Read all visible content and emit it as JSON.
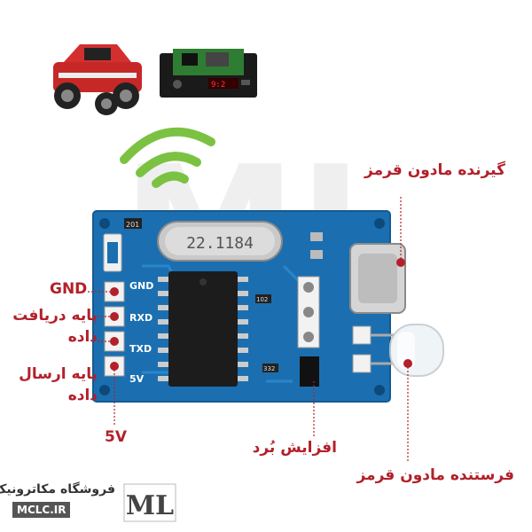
{
  "colors": {
    "label_red": "#b3202a",
    "pcb_blue": "#1b6fb0",
    "wifi_green": "#7cc242"
  },
  "board": {
    "crystal_text": "22.1184",
    "pins": [
      "GND",
      "RXD",
      "TXD",
      "5V"
    ],
    "top_left_marking": "201",
    "resistor_markings": [
      "102",
      "332"
    ]
  },
  "labels": {
    "gnd": "GND",
    "rx_line1": "پایه دریافت",
    "rx_line2": "داده",
    "tx_line1": "پایه ارسال",
    "tx_line2": "داده",
    "v5": "5V",
    "ir_receiver": "گیرنده مادون قرمز",
    "ir_transmitter": "فرستنده مادون قرمز",
    "amplifier": "افزایش بُرد"
  },
  "brand": {
    "name": "فروشگاه مکاترونیک",
    "site": "MCLC.IR",
    "logo_text": "ML"
  },
  "icons": [
    "wifi-icon",
    "rc-car-icon",
    "mp3-board-icon",
    "logo-icon"
  ]
}
